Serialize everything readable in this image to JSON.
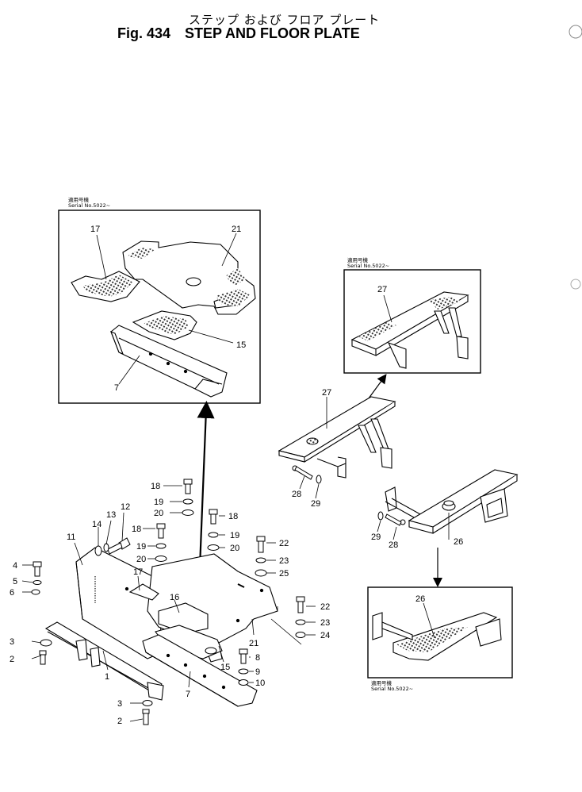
{
  "header": {
    "title_jp": "ステップ および フロア プレート",
    "fig_label": "Fig. 434",
    "title_en": "STEP AND FLOOR PLATE"
  },
  "inset_left": {
    "serial_jp": "適用号機",
    "serial": "Serial No.5022~"
  },
  "inset_top_right": {
    "serial_jp": "適用号機",
    "serial": "Serial No.5022~"
  },
  "inset_bottom_right": {
    "serial_jp": "適用号機",
    "serial": "Serial No.5022~"
  },
  "callouts": {
    "c1": "1",
    "c2a": "2",
    "c2b": "2",
    "c3a": "3",
    "c3b": "3",
    "c4": "4",
    "c5": "5",
    "c6": "6",
    "c7a": "7",
    "c7b": "7",
    "c8": "8",
    "c9": "9",
    "c10": "10",
    "c11": "11",
    "c12": "12",
    "c13": "13",
    "c14": "14",
    "c15a": "15",
    "c15b": "15",
    "c16": "16",
    "c17a": "17",
    "c17b": "17",
    "c18a": "18",
    "c18b": "18",
    "c18c": "18",
    "c19a": "19",
    "c19b": "19",
    "c19c": "19",
    "c20a": "20",
    "c20b": "20",
    "c20c": "20",
    "c21a": "21",
    "c21b": "21",
    "c22a": "22",
    "c22b": "22",
    "c23a": "23",
    "c23b": "23",
    "c24": "24",
    "c25": "25",
    "c26a": "26",
    "c26b": "26",
    "c27a": "27",
    "c27b": "27",
    "c28a": "28",
    "c28b": "28",
    "c29a": "29",
    "c29b": "29"
  }
}
